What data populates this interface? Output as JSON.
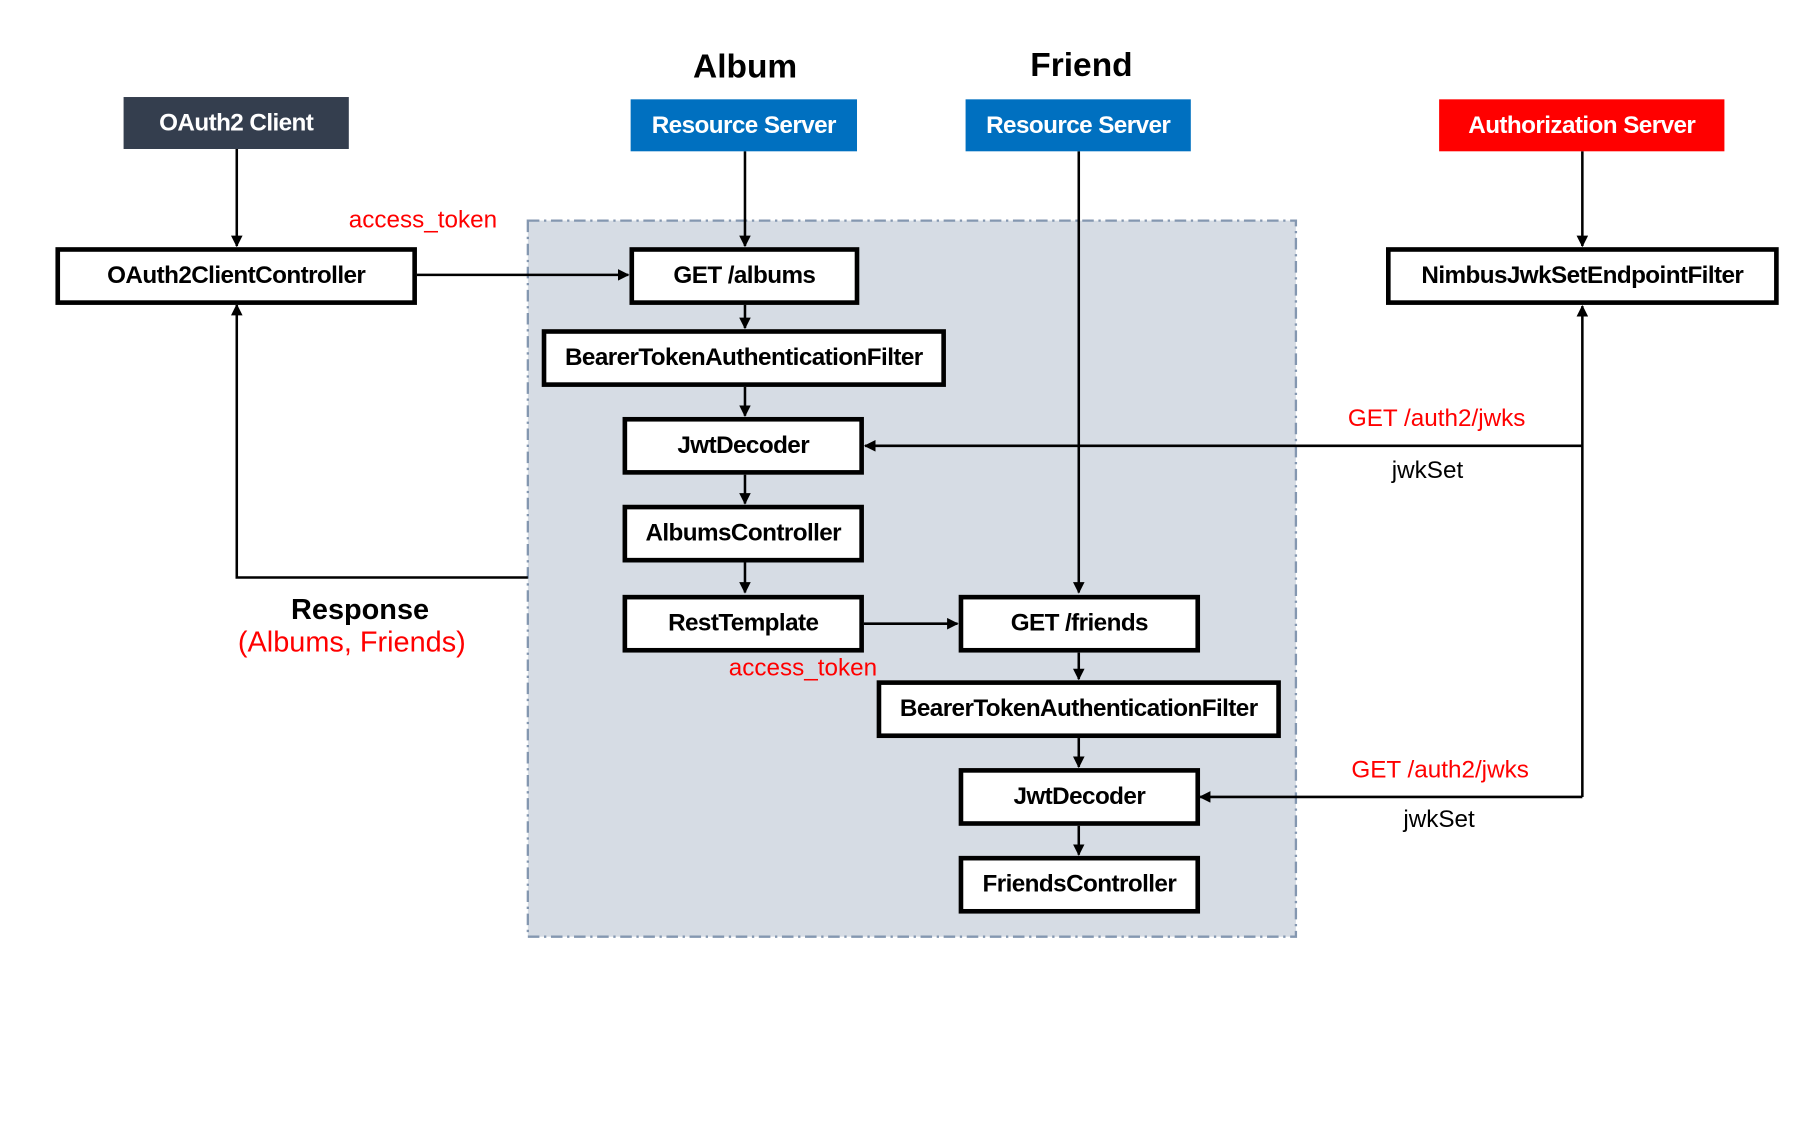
{
  "titles": {
    "album": "Album",
    "friend": "Friend"
  },
  "headers": {
    "oauth2_client": "OAuth2 Client",
    "album_resource_server": "Resource Server",
    "friend_resource_server": "Resource Server",
    "authorization_server": "Authorization Server"
  },
  "boxes": {
    "client_controller": "OAuth2ClientController",
    "get_albums": "GET /albums",
    "album_bearer_filter": "BearerTokenAuthenticationFilter",
    "album_jwt_decoder": "JwtDecoder",
    "albums_controller": "AlbumsController",
    "rest_template": "RestTemplate",
    "get_friends": "GET /friends",
    "friend_bearer_filter": "BearerTokenAuthenticationFilter",
    "friend_jwt_decoder": "JwtDecoder",
    "friends_controller": "FriendsController",
    "jwk_filter": "NimbusJwkSetEndpointFilter"
  },
  "labels": {
    "access_token_1": "access_token",
    "access_token_2": "access_token",
    "jwks_request_1": "GET /auth2/jwks",
    "jwks_response_1": "jwkSet",
    "jwks_request_2": "GET /auth2/jwks",
    "jwks_response_2": "jwkSet",
    "response": "Response",
    "response_detail": "(Albums, Friends)"
  },
  "colors": {
    "client_header": "#343e4e",
    "resource_header": "#0070c0",
    "auth_header": "#ff0000",
    "group_fill": "#d6dce4",
    "group_border": "#8497b0",
    "highlight_text": "#ff0000"
  }
}
